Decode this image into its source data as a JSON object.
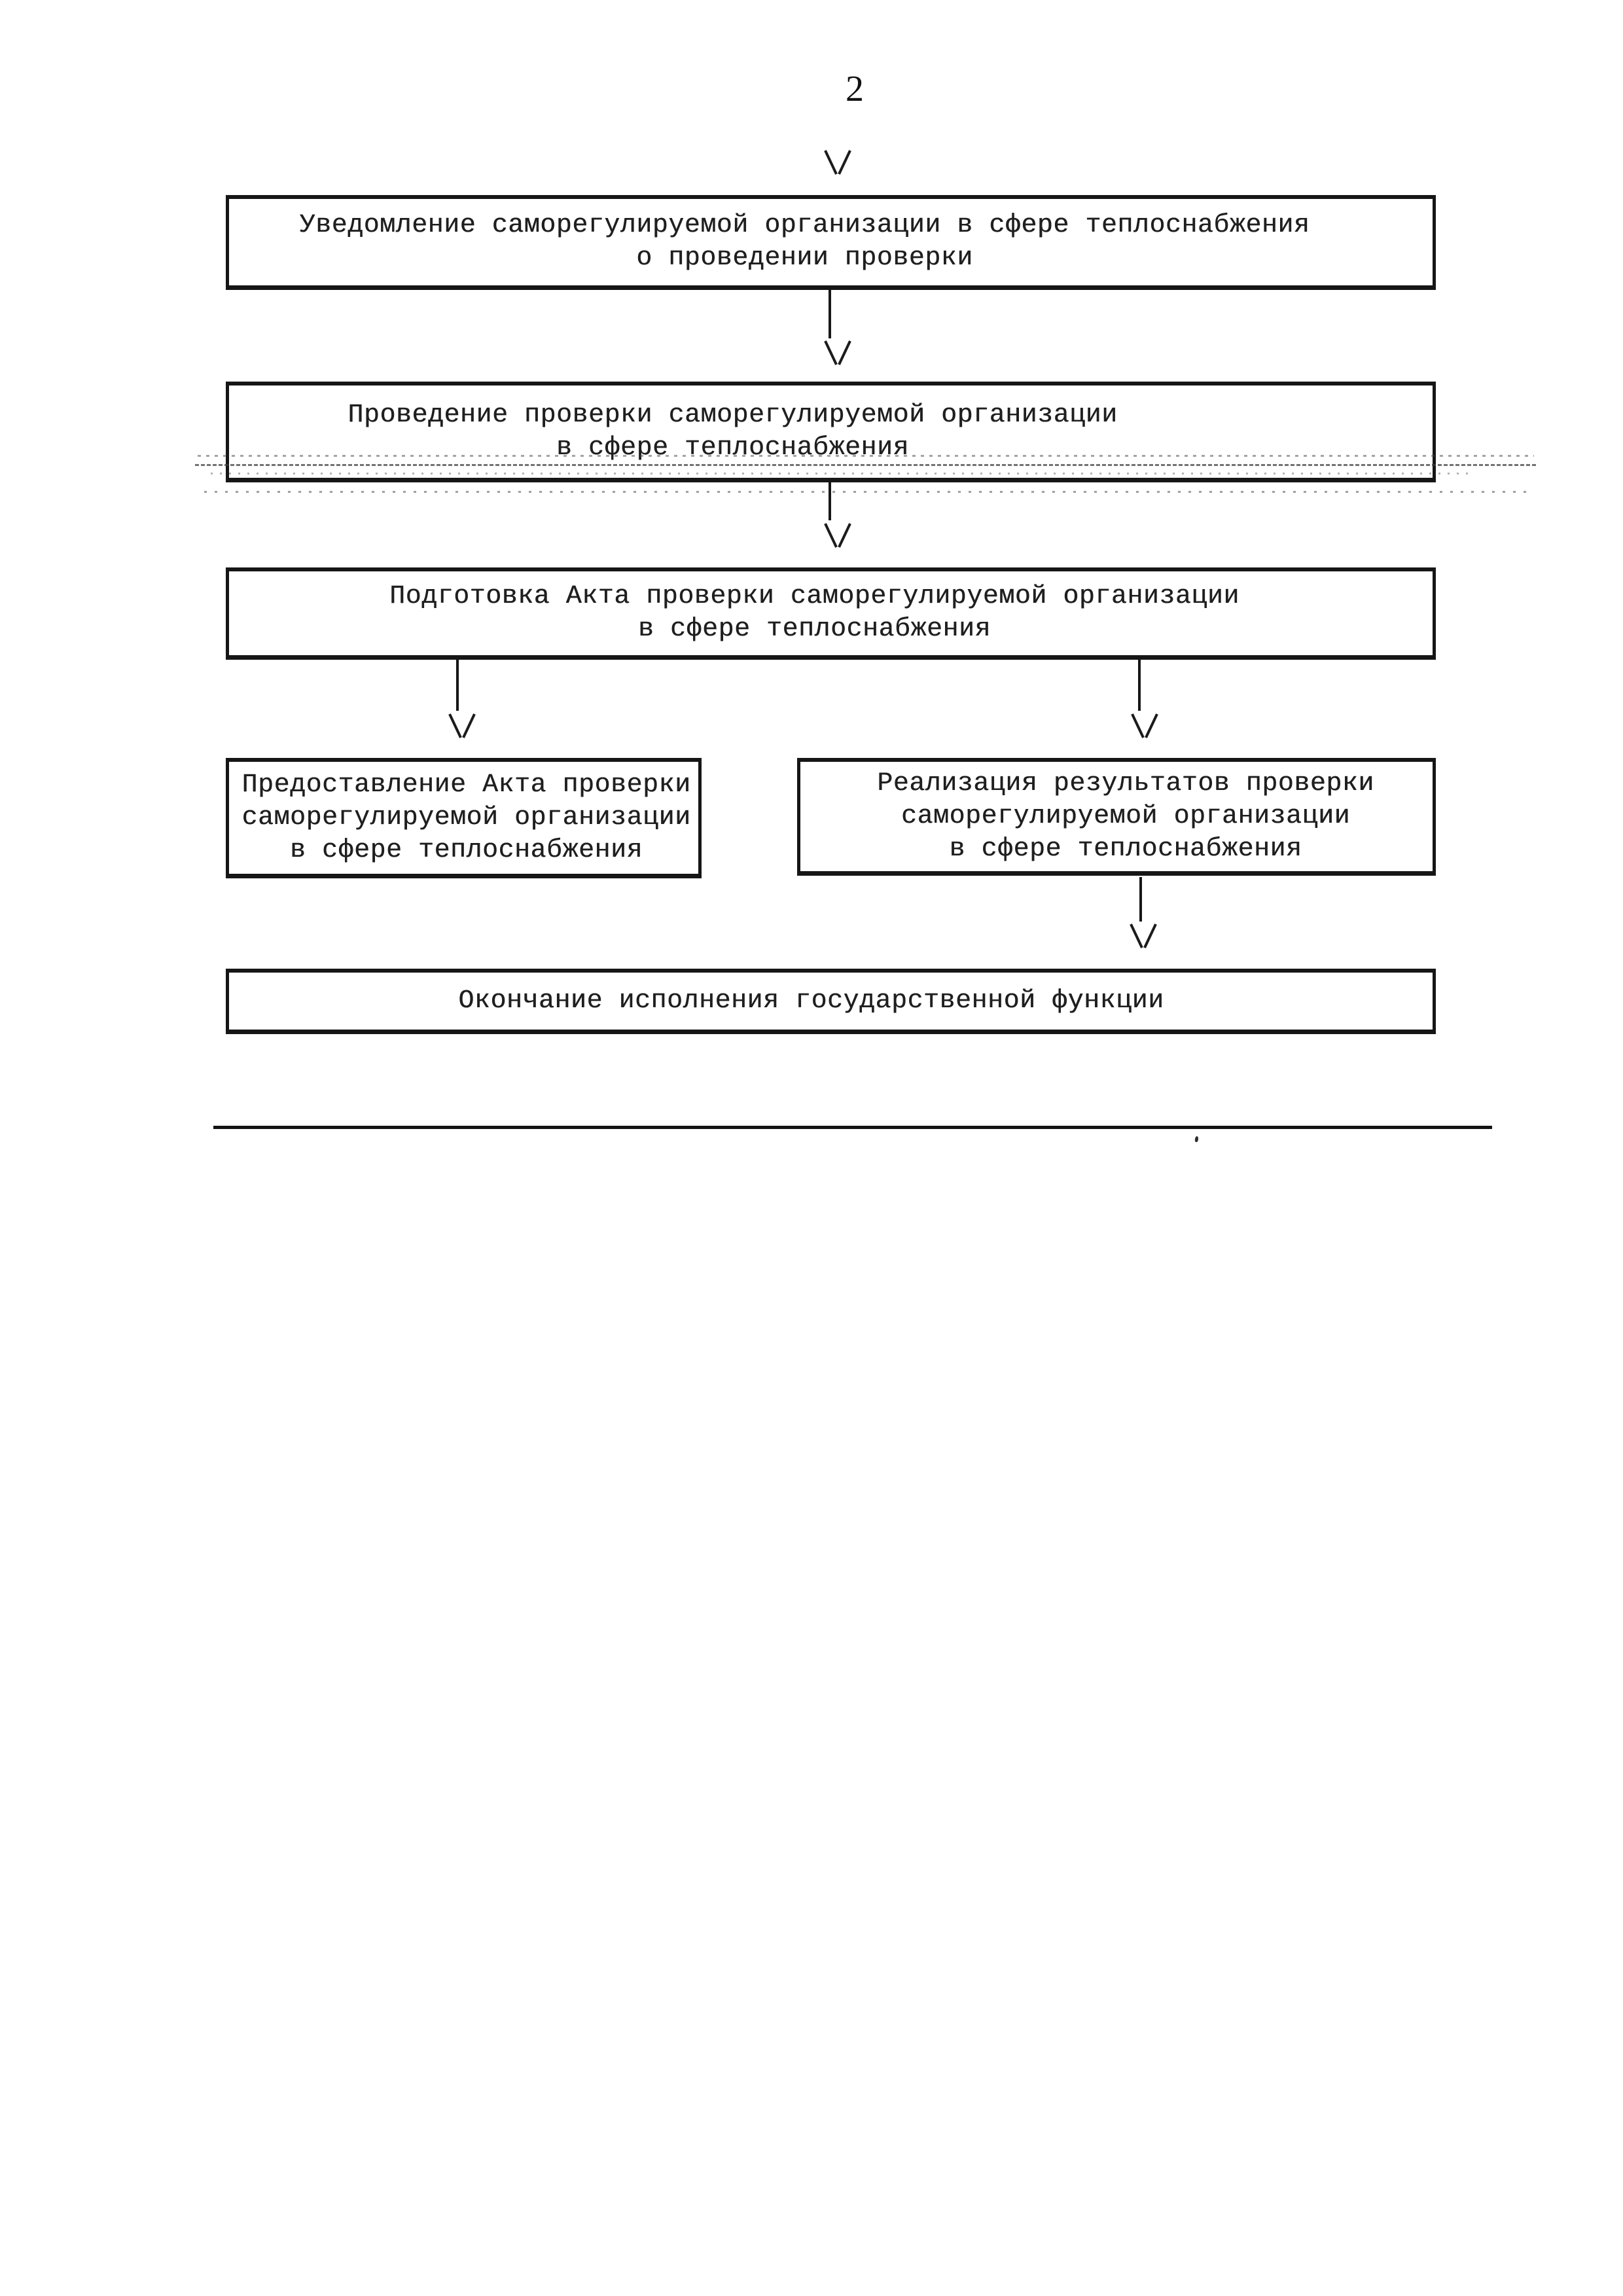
{
  "page": {
    "number": "2"
  },
  "colors": {
    "ink": "#1b1b1b",
    "paper": "#ffffff"
  },
  "icons": {
    "arrow_down_glyph": "\\/"
  },
  "flowchart": {
    "nodes": [
      {
        "id": "notification",
        "lines": [
          "Уведомление саморегулируемой организации в сфере теплоснабжения",
          "о проведении проверки"
        ]
      },
      {
        "id": "inspection",
        "lines": [
          "Проведение проверки саморегулируемой организации",
          "в сфере теплоснабжения"
        ]
      },
      {
        "id": "act-preparation",
        "lines": [
          "Подготовка Акта проверки саморегулируемой организации",
          "в сфере теплоснабжения"
        ]
      },
      {
        "id": "act-delivery",
        "lines": [
          "Предоставление Акта проверки",
          "саморегулируемой организации",
          "в сфере теплоснабжения"
        ]
      },
      {
        "id": "results-implementation",
        "lines": [
          "Реализация результатов проверки",
          "саморегулируемой организации",
          "в сфере теплоснабжения"
        ]
      },
      {
        "id": "completion",
        "lines": [
          "Окончание исполнения государственной функции"
        ]
      }
    ],
    "edges": [
      {
        "from": "page-top",
        "to": "notification"
      },
      {
        "from": "notification",
        "to": "inspection"
      },
      {
        "from": "inspection",
        "to": "act-preparation"
      },
      {
        "from": "act-preparation",
        "to": "act-delivery"
      },
      {
        "from": "act-preparation",
        "to": "results-implementation"
      },
      {
        "from": "results-implementation",
        "to": "completion"
      }
    ]
  }
}
